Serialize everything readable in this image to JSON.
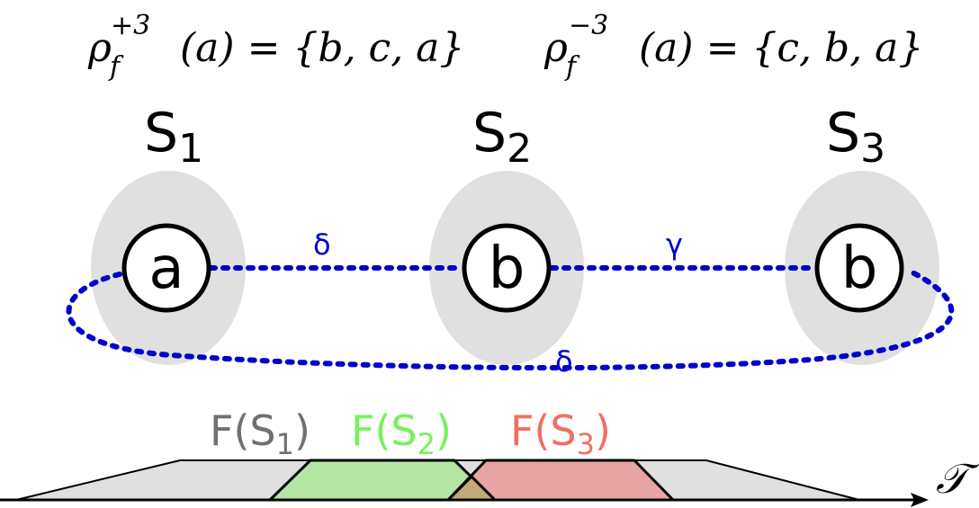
{
  "formula": {
    "rho": "ρ",
    "sub_f": "f",
    "plus_sup": "+3",
    "minus_sup": "−3",
    "arg": "(a)",
    "eq": " = ",
    "set_plus": "{b, c, a}",
    "set_minus": "{c, b, a}"
  },
  "sites": [
    {
      "label": "S",
      "sub": "1",
      "node": "a"
    },
    {
      "label": "S",
      "sub": "2",
      "node": "b"
    },
    {
      "label": "S",
      "sub": "3",
      "node": "b"
    }
  ],
  "links": {
    "top_left": "δ",
    "top_right": "γ",
    "bottom": "δ"
  },
  "functions": [
    {
      "name": "F(S",
      "sub": "1",
      "close": ")",
      "color": "#707070",
      "fill": "#e0e0e0"
    },
    {
      "name": "F(S",
      "sub": "2",
      "close": ")",
      "color": "#77f25a",
      "fill": "#b3e6a3"
    },
    {
      "name": "F(S",
      "sub": "3",
      "close": ")",
      "color": "#f07060",
      "fill": "#e8a5a5"
    }
  ],
  "overlap_fill": "#c4a77a",
  "link_color": "#0000cc",
  "axis_label": "𝒯"
}
